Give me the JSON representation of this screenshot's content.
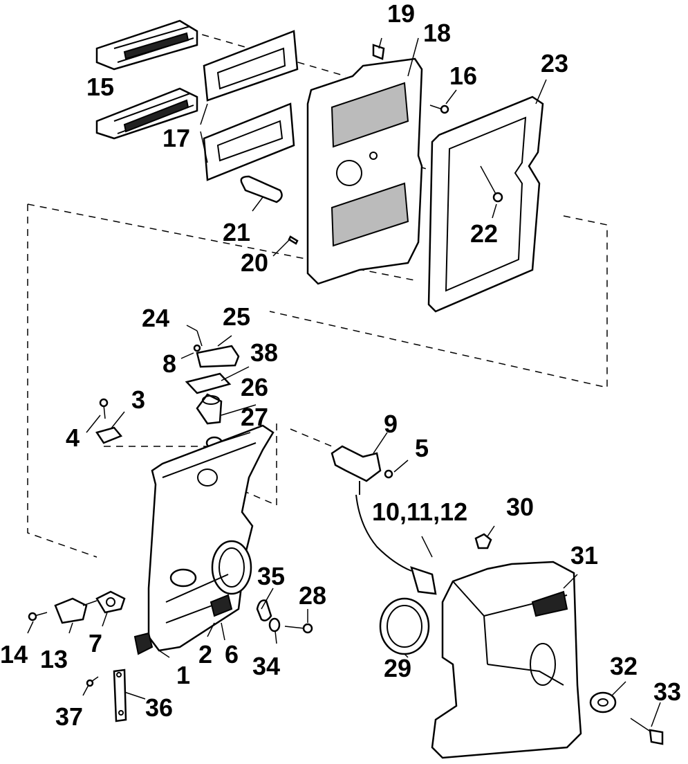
{
  "labels": {
    "l1": "1",
    "l2": "2",
    "l3": "3",
    "l4": "4",
    "l5": "5",
    "l6": "6",
    "l7": "7",
    "l8": "8",
    "l9": "9",
    "l10": "10,11,12",
    "l13": "13",
    "l14": "14",
    "l15": "15",
    "l16": "16",
    "l17": "17",
    "l18": "18",
    "l19": "19",
    "l20": "20",
    "l21": "21",
    "l22": "22",
    "l23": "23",
    "l24": "24",
    "l25": "25",
    "l26": "26",
    "l27": "27",
    "l28": "28",
    "l29": "29",
    "l30": "30",
    "l31": "31",
    "l32": "32",
    "l33": "33",
    "l34": "34",
    "l35": "35",
    "l36": "36",
    "l37": "37",
    "l38": "38"
  }
}
